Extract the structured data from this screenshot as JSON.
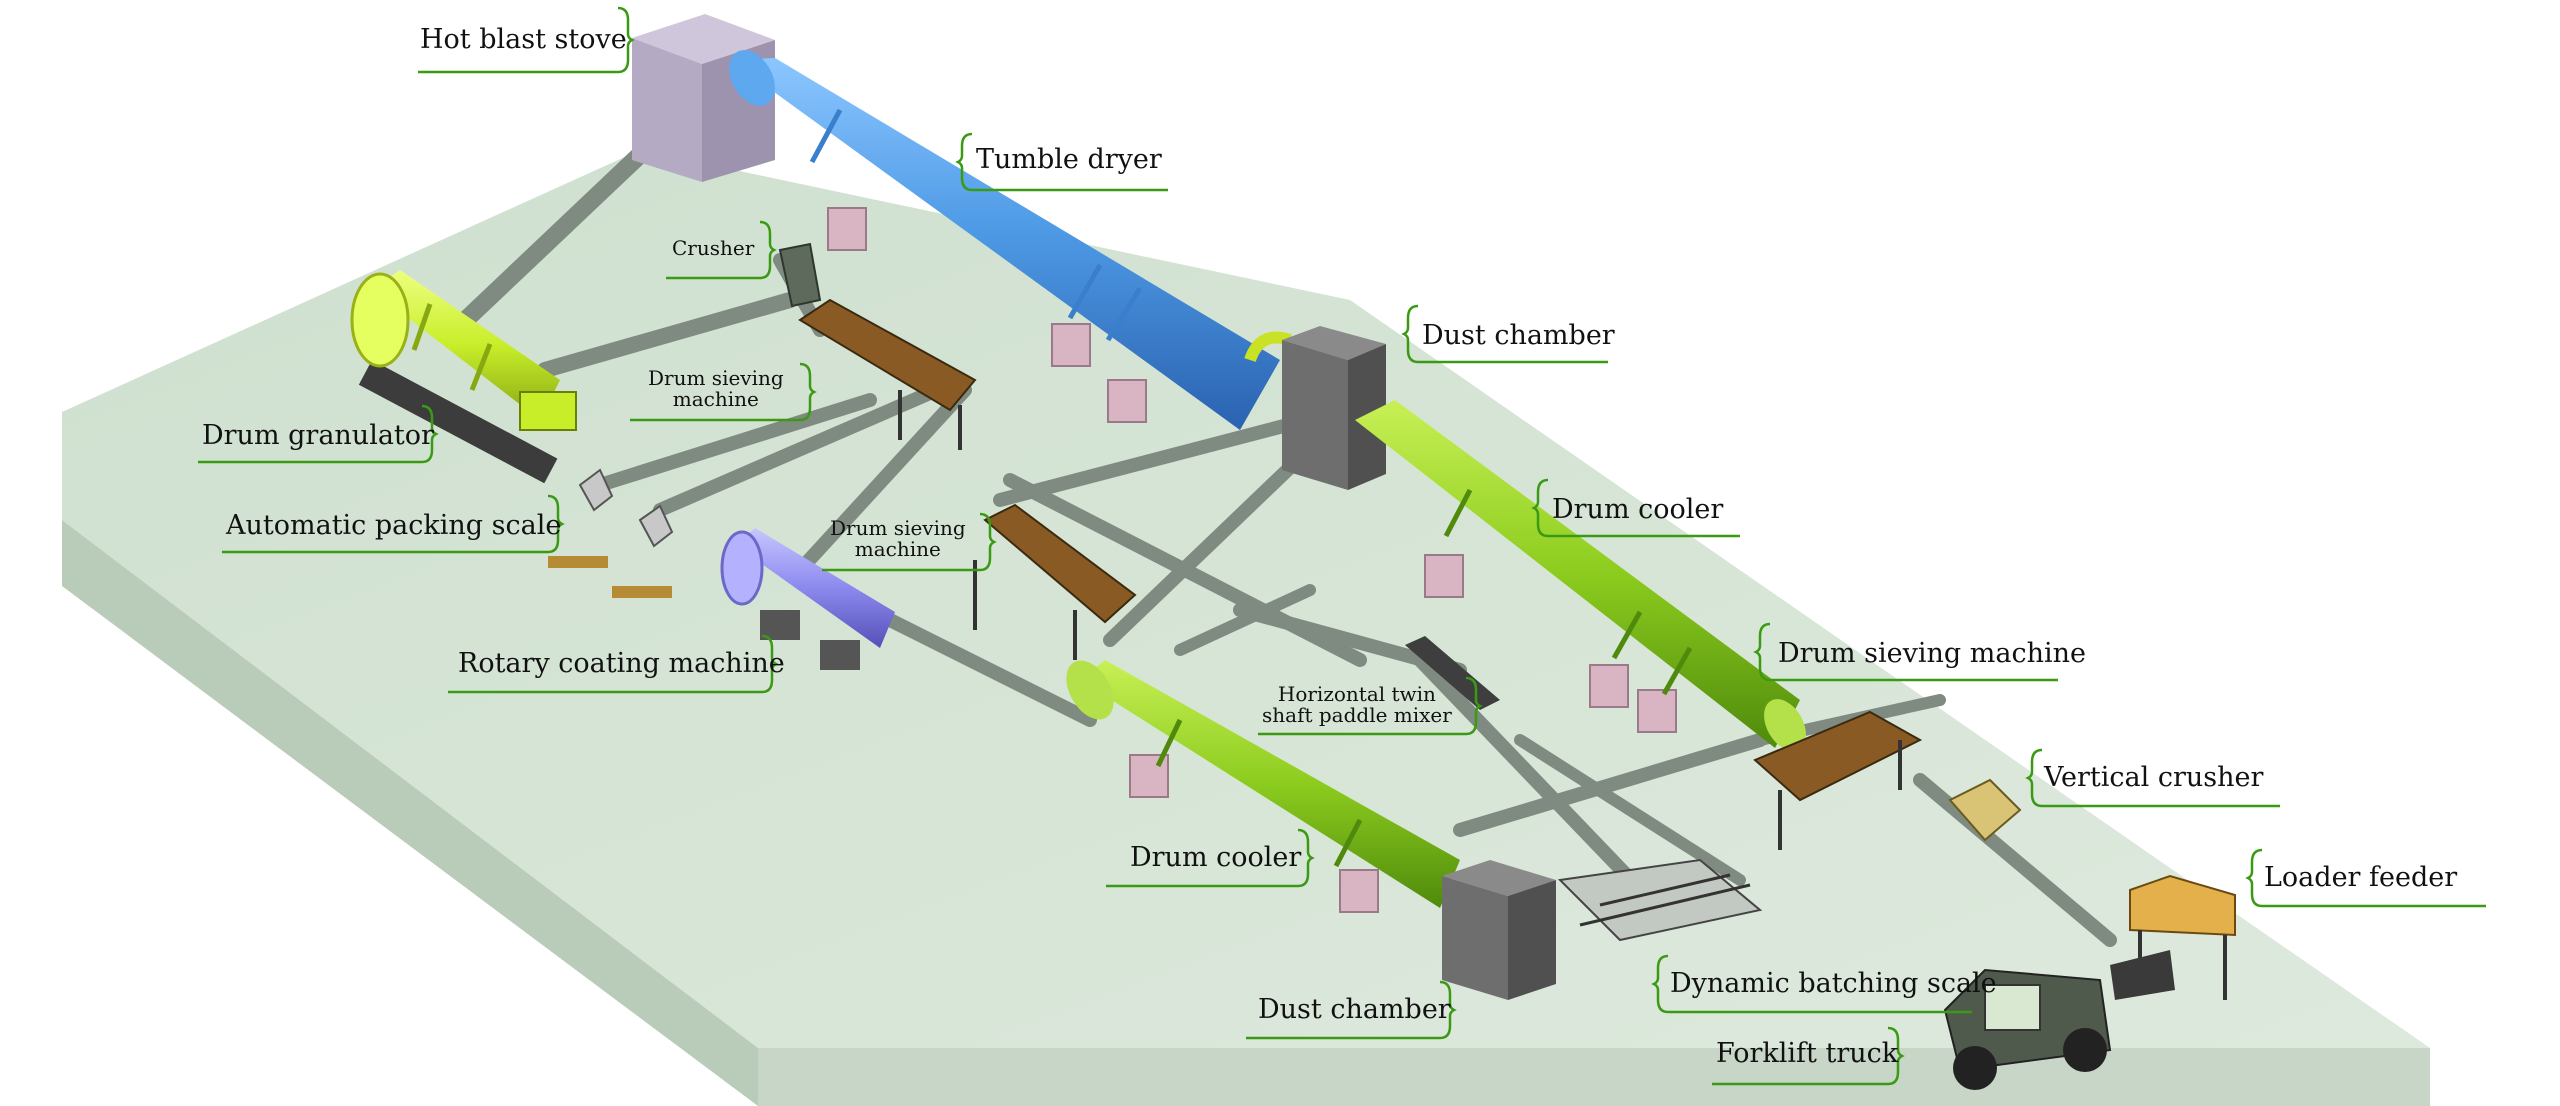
{
  "labels": {
    "hot_blast_stove": "Hot blast stove",
    "tumble_dryer": "Tumble dryer",
    "crusher": "Crusher",
    "dust_chamber_top": "Dust chamber",
    "drum_sieving_1": "Drum sieving\nmachine",
    "drum_granulator": "Drum granulator",
    "drum_cooler_top": "Drum cooler",
    "automatic_packing_scale": "Automatic packing scale",
    "drum_sieving_2": "Drum sieving\nmachine",
    "drum_sieving_right": "Drum sieving machine",
    "rotary_coating_machine": "Rotary coating machine",
    "horizontal_mixer": "Horizontal twin\nshaft paddle mixer",
    "vertical_crusher": "Vertical crusher",
    "drum_cooler_bottom": "Drum cooler",
    "loader_feeder": "Loader feeder",
    "dynamic_batching_scale": "Dynamic batching scale",
    "dust_chamber_bottom": "Dust chamber",
    "forklift_truck": "Forklift truck"
  },
  "colors": {
    "floor_top": "#d6e4d6",
    "floor_side": "#b9cbb9",
    "dryer_blue": "#4f9be6",
    "cooler_green": "#8ccc1e",
    "granulator_green": "#c8ee2a",
    "coating_purple": "#8c89ee",
    "label_line": "#3a9a14",
    "conveyor": "#7f8a80",
    "chamber_grey": "#6e6e6e",
    "stove_lavender": "#b4aac4",
    "support_pink": "#d9b5c4",
    "sieve_brown": "#8a5a24",
    "feeder_yellow": "#e3b04c",
    "truck": "#505a4c"
  }
}
